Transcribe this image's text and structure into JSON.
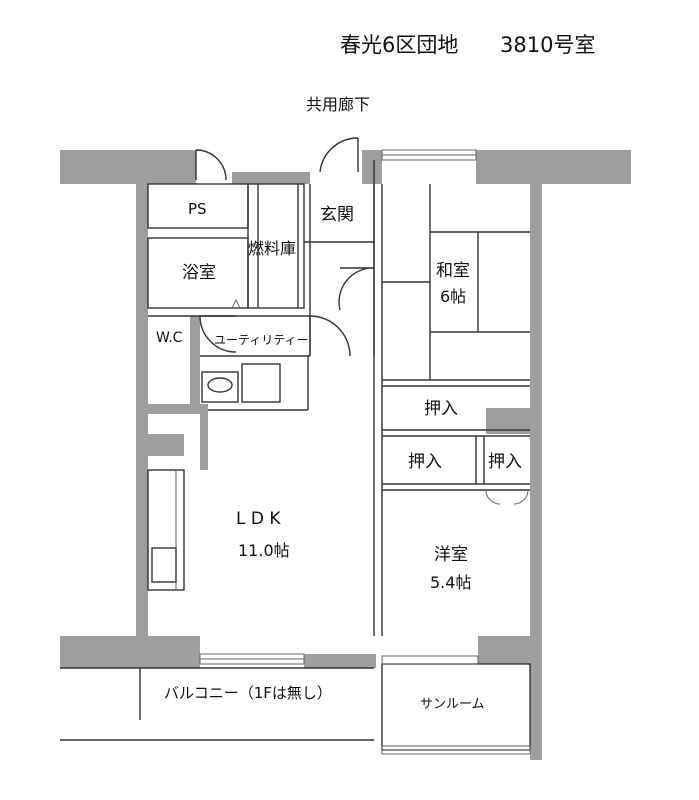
{
  "header": {
    "title": "春光6区団地",
    "room_no": "3810号室"
  },
  "corridor": "共用廊下",
  "rooms": {
    "ps": "PS",
    "genkan": "玄関",
    "nenryoko": "燃料庫",
    "yokushitsu": "浴室",
    "wc": "W.C",
    "utility": "ユーティリティー",
    "washitsu": "和室",
    "washitsu_size": "6帖",
    "oshiire_1": "押入",
    "oshiire_2": "押入",
    "oshiire_3": "押入",
    "ldk": "L D K",
    "ldk_size": "11.0帖",
    "yoshitsu": "洋室",
    "yoshitsu_size": "5.4帖",
    "balcony": "バルコニー（1Fは無し）",
    "sunroom": "サンルーム"
  },
  "colors": {
    "wall": "#9e9e9e",
    "line": "#333333",
    "background": "#ffffff"
  }
}
